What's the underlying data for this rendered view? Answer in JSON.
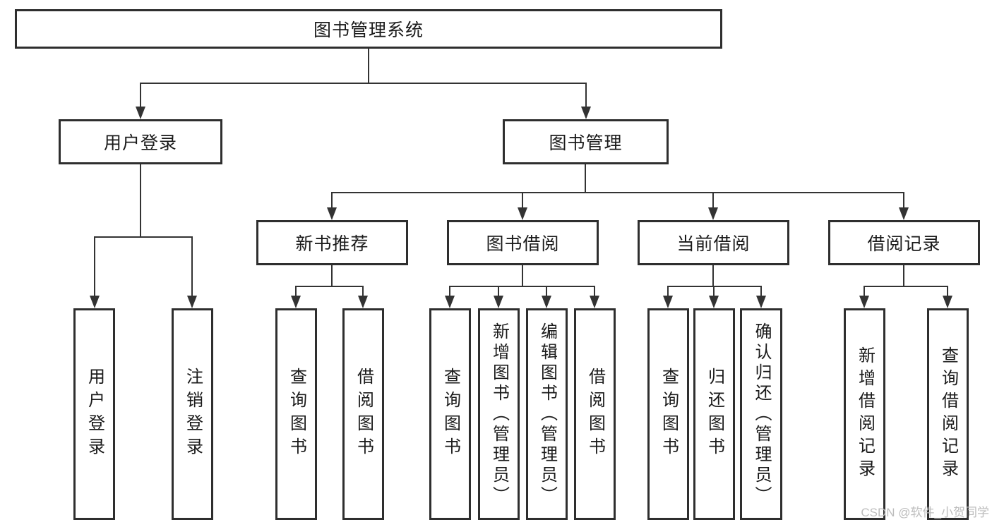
{
  "tree": {
    "root": "图书管理系统",
    "level1": [
      {
        "label": "用户登录",
        "children": [
          "用户登录",
          "注销登录"
        ]
      },
      {
        "label": "图书管理",
        "children": [
          {
            "label": "新书推荐",
            "children": [
              "查询图书",
              "借阅图书"
            ]
          },
          {
            "label": "图书借阅",
            "children": [
              "查询图书",
              "新增图书（管理员）",
              "编辑图书（管理员）",
              "借阅图书"
            ]
          },
          {
            "label": "当前借阅",
            "children": [
              "查询图书",
              "归还图书",
              "确认归还（管理员）"
            ]
          },
          {
            "label": "借阅记录",
            "children": [
              "新增借阅记录",
              "查询借阅记录"
            ]
          }
        ]
      }
    ]
  },
  "watermark": "CSDN @软件_小贺同学",
  "colors": {
    "line": "#333333",
    "box_border": "#2e2e2e",
    "text": "#1a1a1a",
    "watermark": "#bdbdbd",
    "background": "#ffffff"
  }
}
